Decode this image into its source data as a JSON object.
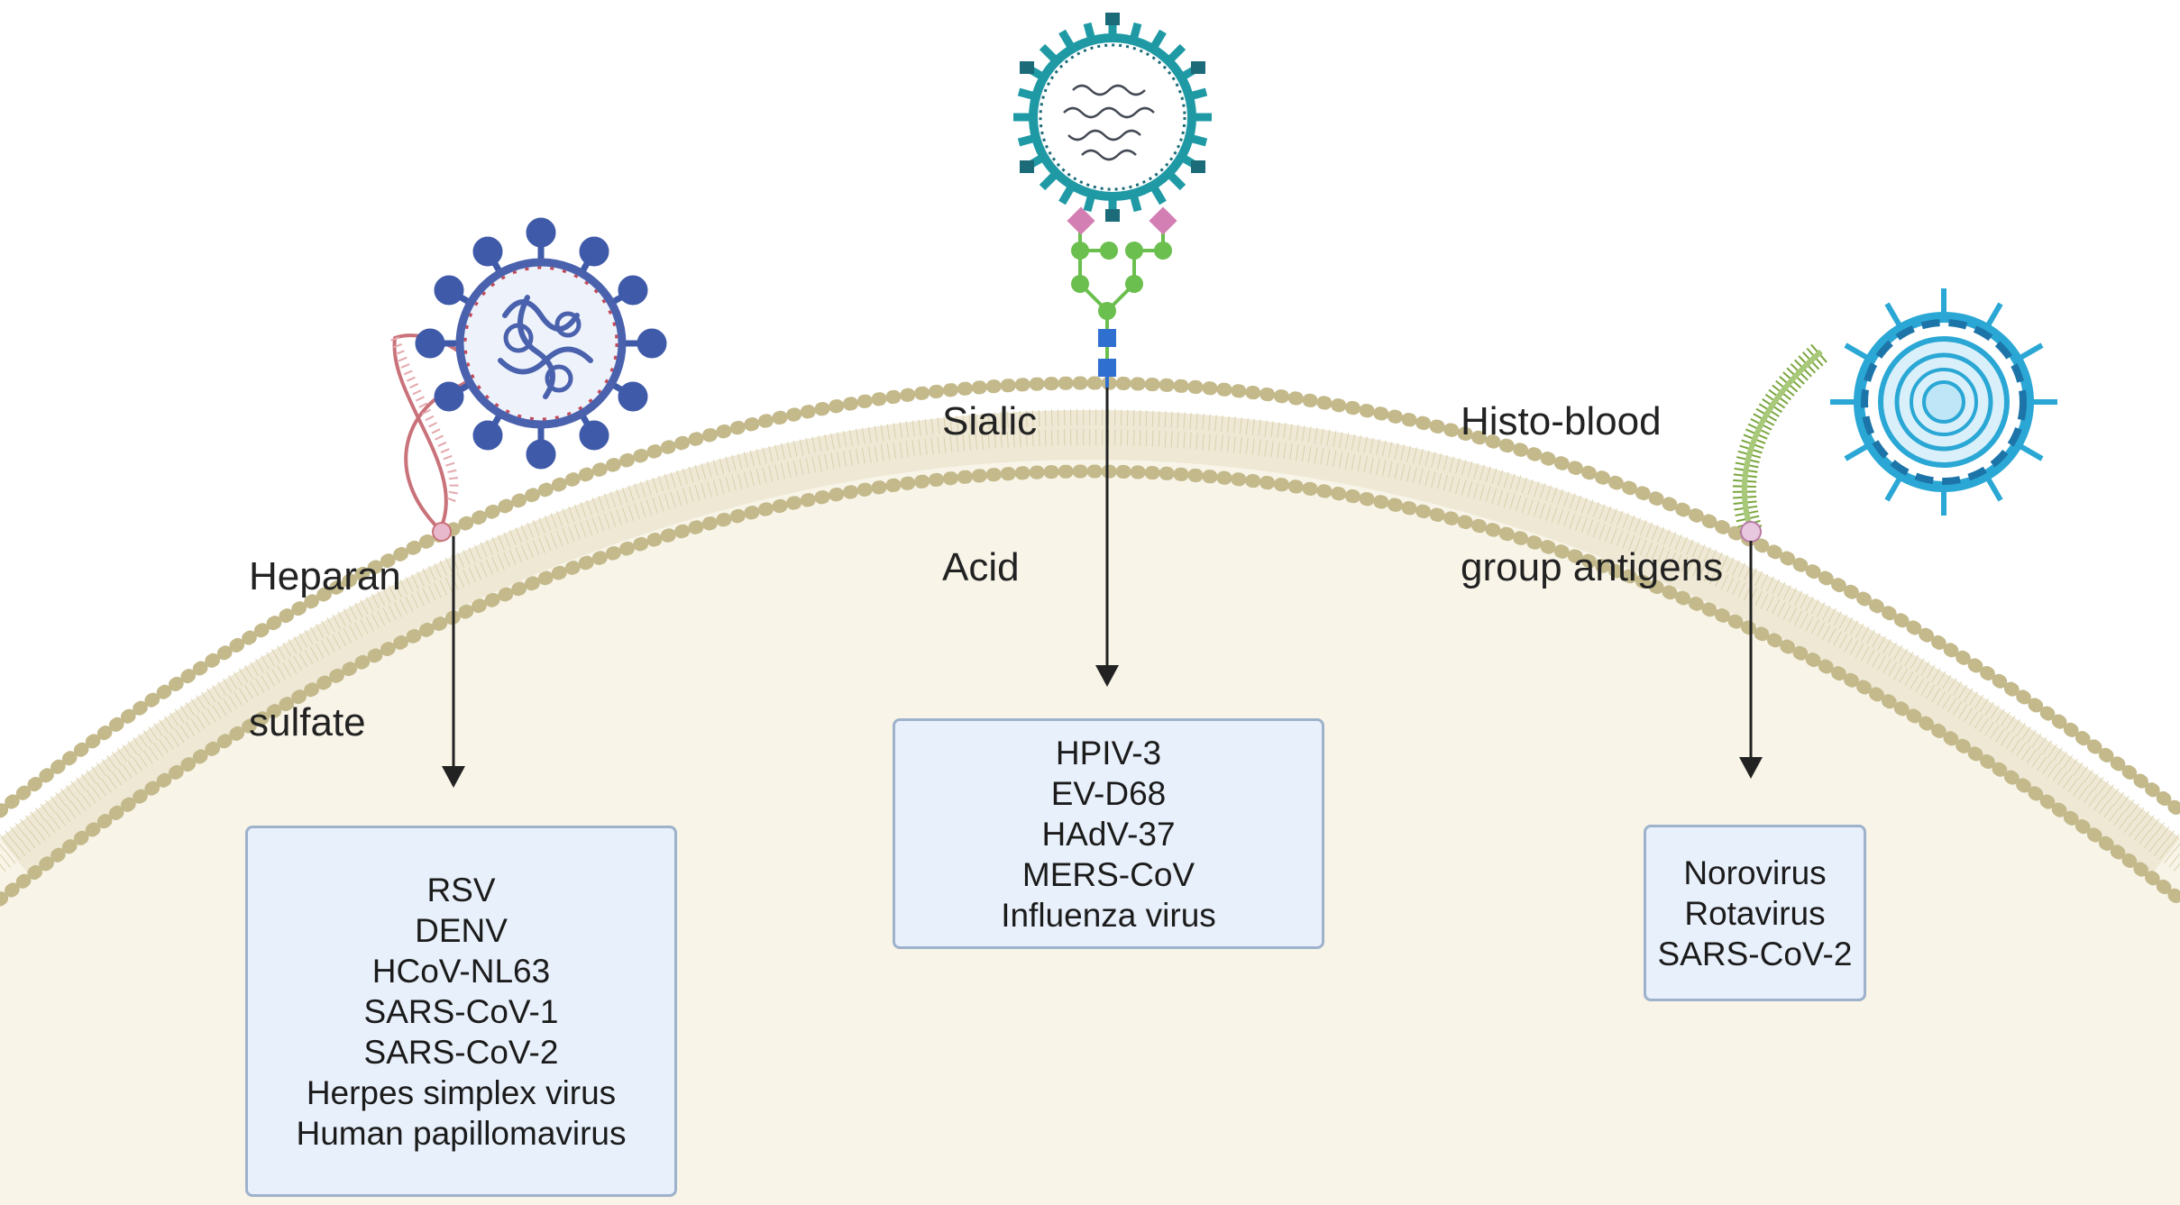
{
  "receptors": [
    {
      "name_lines": [
        "Heparan",
        "sulfate"
      ],
      "viruses": [
        "RSV",
        "DENV",
        "HCoV-NL63",
        "SARS-CoV-1",
        "SARS-CoV-2",
        "Herpes simplex virus",
        "Human papillomavirus"
      ]
    },
    {
      "name_lines": [
        "Sialic",
        "Acid"
      ],
      "viruses": [
        "HPIV-3",
        "EV-D68",
        "HAdV-37",
        "MERS-CoV",
        "Influenza virus"
      ]
    },
    {
      "name_lines": [
        "Histo-blood",
        "group antigens"
      ],
      "viruses": [
        "Norovirus",
        "Rotavirus",
        "SARS-CoV-2"
      ]
    }
  ],
  "colors": {
    "membrane_head": "#c3b98b",
    "membrane_tail": "#d9d1ad",
    "cytoplasm": "#f8f4e8",
    "box_fill": "#e8f0fb",
    "box_border": "#9eb2cc",
    "virus_blue": "#3f5aa8",
    "virus_teal": "#1f9aa5",
    "virus_cyan": "#2aa7d4",
    "heparan_chain": "#c9727a",
    "sialic_diamond": "#d47fb4",
    "sialic_circle": "#6bbf4e",
    "sialic_square": "#2f6fd0",
    "hbga_chain": "#7aa63e"
  }
}
